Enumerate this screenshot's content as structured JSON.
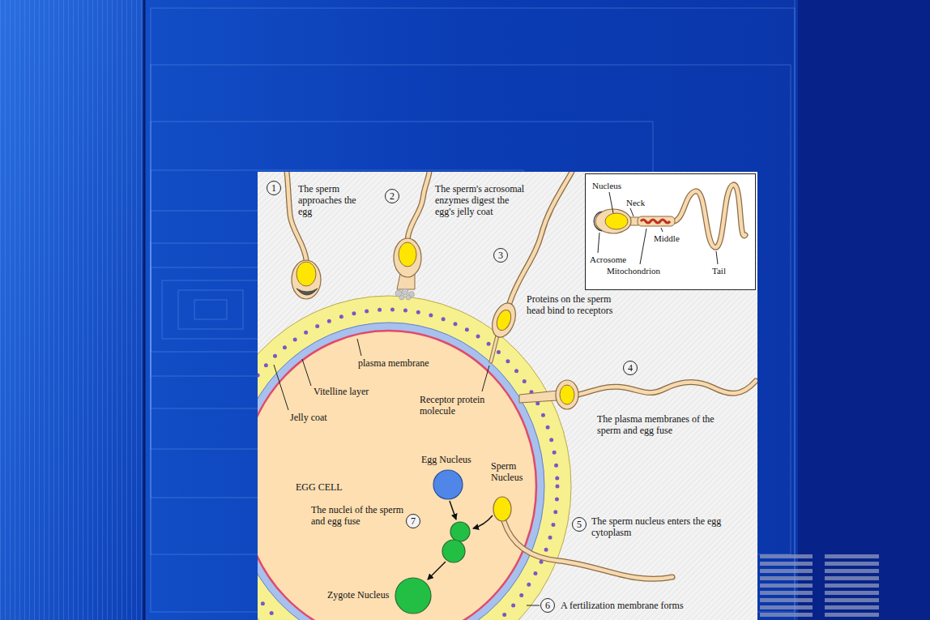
{
  "diagram": {
    "nodes": [
      {
        "text": [
          "1"
        ]
      },
      {
        "text": [
          "2"
        ]
      },
      {
        "text": [
          "3"
        ]
      },
      {
        "text": [
          "Nucleus",
          "Neck",
          "Middle",
          "Acrosome",
          "Mitochondrion",
          "Tail"
        ]
      },
      {
        "text": [
          "plasma membrane",
          "Vitelline layer",
          "Receptor protein molecule",
          "Jelly coat",
          "Egg Nucleus",
          "Sperm Nucleus",
          "EGG CELL",
          "The nuclei of the sperm and egg fuse",
          "Zygote Nucleus"
        ]
      },
      {
        "text": [
          "4"
        ]
      },
      {
        "text": [
          "7"
        ],
        "in": 4
      },
      {
        "text": [
          "5"
        ]
      },
      {
        "text": [
          "6"
        ]
      }
    ],
    "labels": [
      "The sperm approaches the egg",
      "The sperm's acrosomal enzymes digest the egg's jelly coat",
      "Proteins on the sperm head bind to receptors",
      "The plasma membranes of the sperm and egg fuse",
      "The sperm nucleus enters the egg cytoplasm",
      "A fertilization membrane forms"
    ]
  }
}
